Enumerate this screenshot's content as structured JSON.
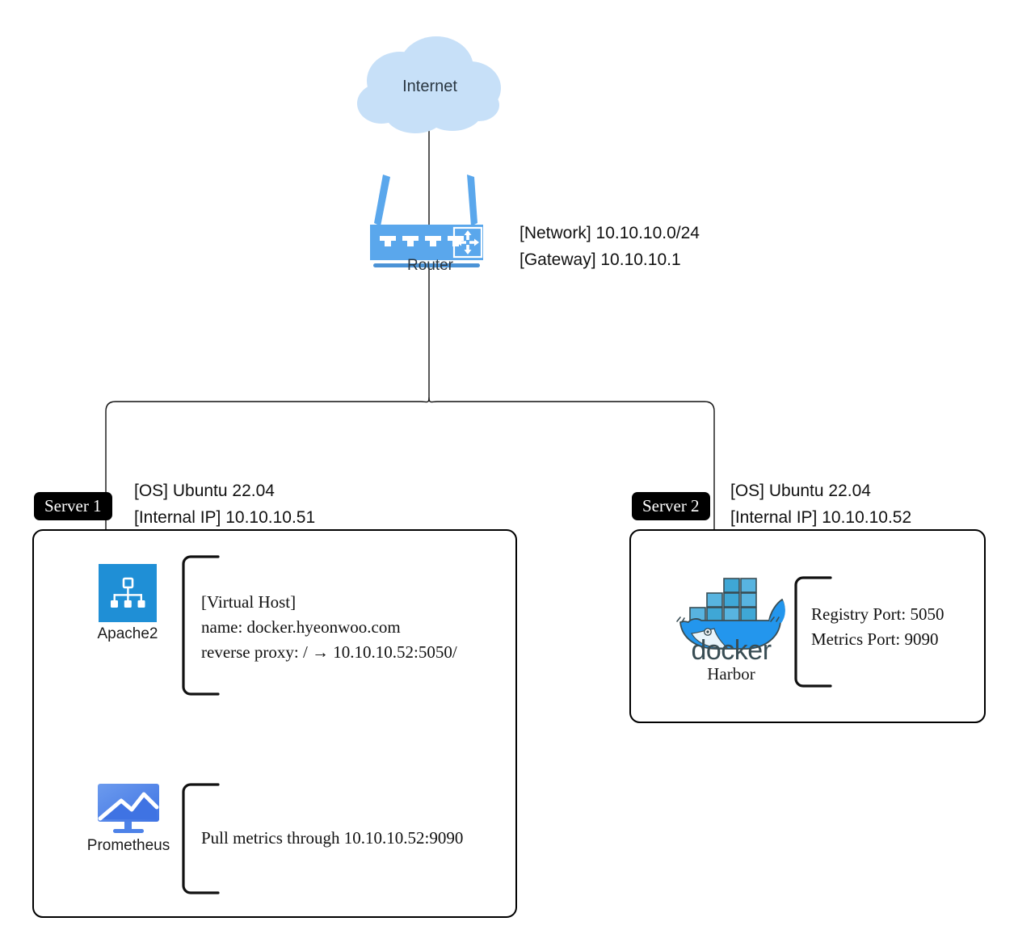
{
  "diagram": {
    "title": "Network topology",
    "internet": {
      "label": "Internet",
      "icon": "cloud-icon",
      "color": "#c7e0f8"
    },
    "router": {
      "label": "Router",
      "icon": "router-icon",
      "color": "#5aa7ec",
      "info": [
        "[Network] 10.10.10.0/24",
        "[Gateway] 10.10.10.1"
      ]
    },
    "servers": [
      {
        "badge": "Server 1",
        "meta": [
          "[OS] Ubuntu 22.04",
          "[Internal IP] 10.10.10.51"
        ],
        "services": [
          {
            "name": "Apache2",
            "icon": "apache2-icon",
            "icon_color": "#1f8fd6",
            "details": [
              "[Virtual Host]",
              "name: docker.hyeonwoo.com",
              "reverse proxy: /  →  10.10.10.52:5050/"
            ]
          },
          {
            "name": "Prometheus",
            "icon": "prometheus-monitor-icon",
            "icon_color": "#4d82e8",
            "details": [
              "Pull metrics through 10.10.10.52:9090"
            ]
          }
        ]
      },
      {
        "badge": "Server 2",
        "meta": [
          "[OS] Ubuntu 22.04",
          "[Internal IP] 10.10.10.52"
        ],
        "services": [
          {
            "name": "Harbor",
            "icon": "docker-whale-icon",
            "icon_color": "#2396ed",
            "wordmark": "docker",
            "details": [
              "Registry Port: 5050",
              "Metrics Port: 9090"
            ]
          }
        ]
      }
    ],
    "colors": {
      "cloud": "#c7e0f8",
      "router_blue": "#5aa7ec",
      "router_bar": "#4b93d6",
      "apache_blue": "#1f8fd6",
      "prometheus_blue": "#4d82e8",
      "docker_blue": "#2396ed",
      "docker_text": "#394d54",
      "line": "#111111",
      "badge_bg": "#000000",
      "badge_fg": "#ffffff"
    }
  }
}
